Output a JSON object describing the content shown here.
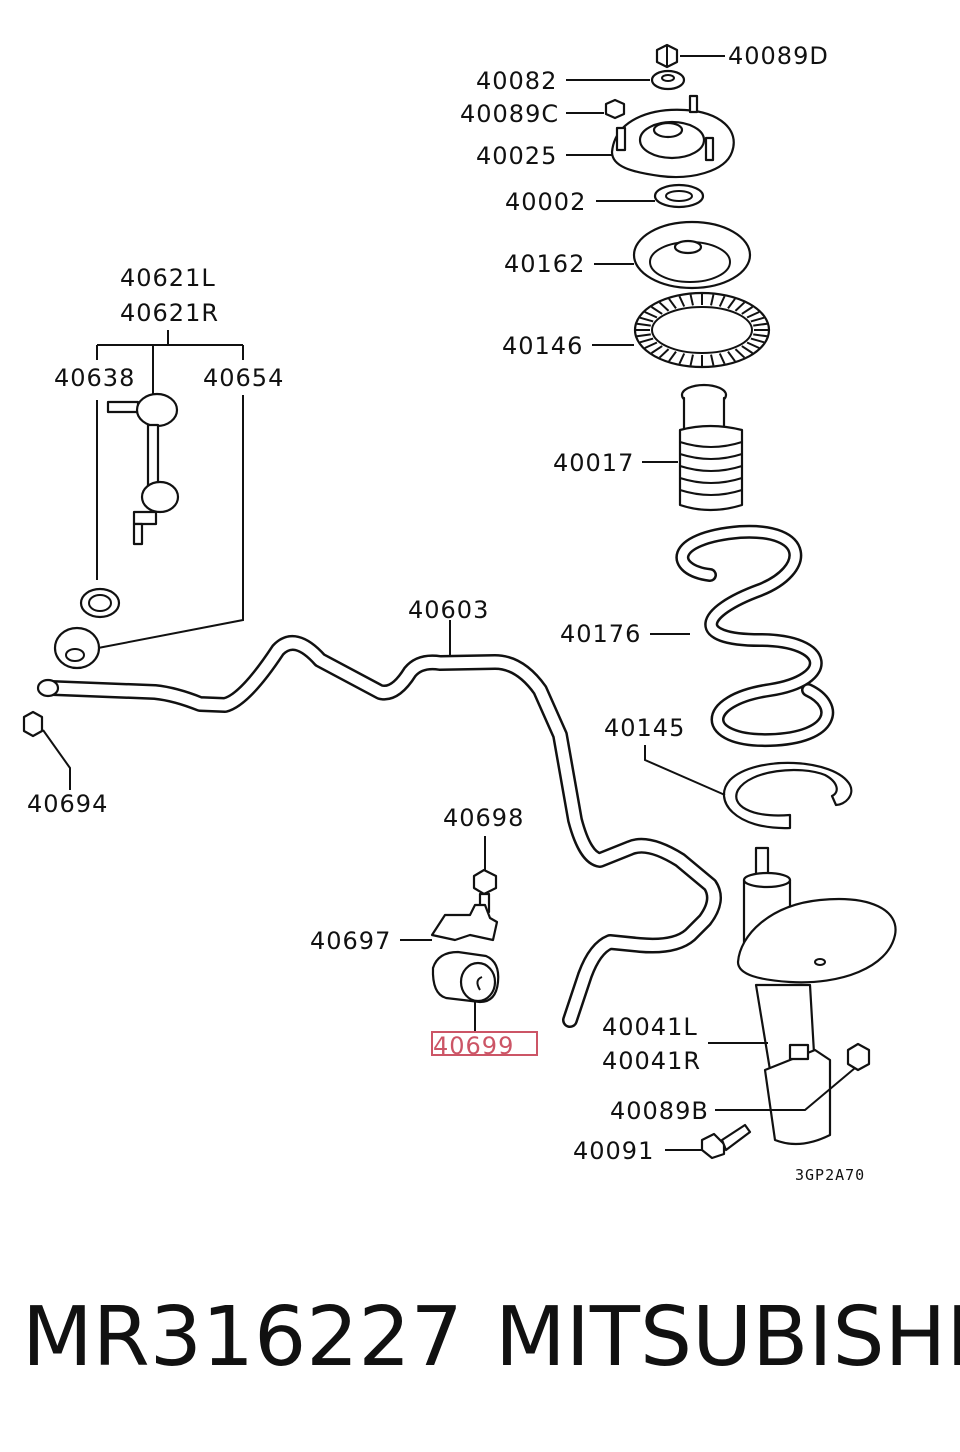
{
  "diagram_code": "3GP2A70",
  "labels": {
    "p40089D": "40089D",
    "p40082": "40082",
    "p40089C": "40089C",
    "p40025": "40025",
    "p40002": "40002",
    "p40162": "40162",
    "p40146": "40146",
    "p40017": "40017",
    "p40176": "40176",
    "p40145": "40145",
    "p40621L": "40621L",
    "p40621R": "40621R",
    "p40638": "40638",
    "p40654": "40654",
    "p40603": "40603",
    "p40694": "40694",
    "p40698": "40698",
    "p40697": "40697",
    "p40699": "40699",
    "p40041L": "40041L",
    "p40041R": "40041R",
    "p40089B": "40089B",
    "p40091": "40091"
  },
  "highlight_color": "#cc5566",
  "footer": {
    "part_number": "MR316227",
    "brand": "MITSUBISHI"
  }
}
